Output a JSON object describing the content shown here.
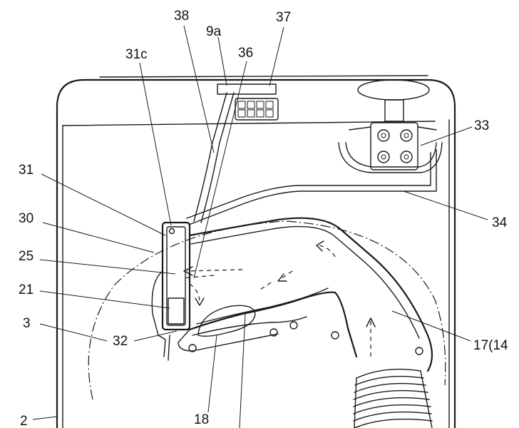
{
  "labels": {
    "l38": "38",
    "l9a": "9a",
    "l37": "37",
    "l31c": "31c",
    "l36": "36",
    "l33": "33",
    "l31": "31",
    "l30": "30",
    "l34": "34",
    "l25": "25",
    "l21": "21",
    "l3": "3",
    "l17": "17(14",
    "l32": "32",
    "l18": "18",
    "l2": "2"
  }
}
